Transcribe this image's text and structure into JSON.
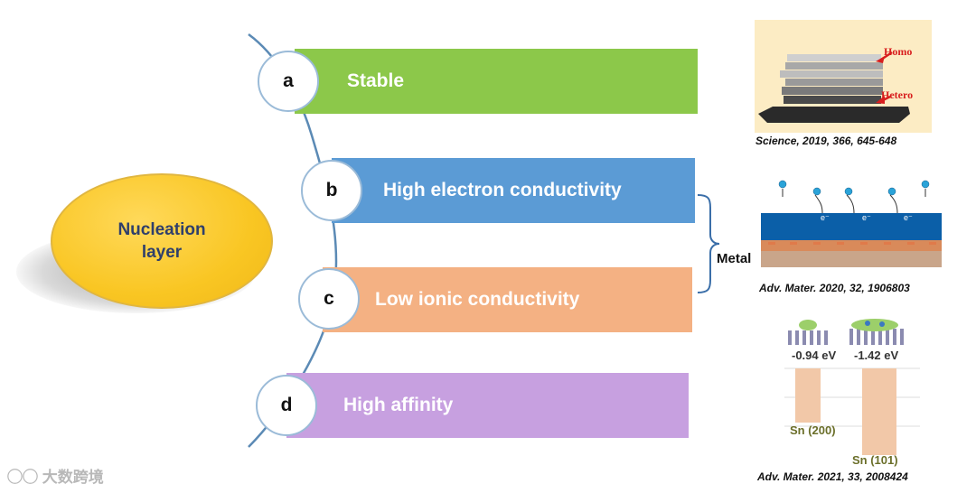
{
  "center": {
    "line1": "Nucleation",
    "line2": "layer"
  },
  "items": [
    {
      "letter": "a",
      "label": "Stable",
      "color": "#8cc84a"
    },
    {
      "letter": "b",
      "label": "High electron conductivity",
      "color": "#5b9bd5"
    },
    {
      "letter": "c",
      "label": "Low ionic conductivity",
      "color": "#f4b183"
    },
    {
      "letter": "d",
      "label": "High affinity",
      "color": "#c7a0e0"
    }
  ],
  "bracket_label": "Metal",
  "panels": {
    "science": {
      "caption": "Science, 2019, 366, 645-648",
      "label_top": "Homo",
      "label_bottom": "Hetero"
    },
    "adv1": {
      "caption": "Adv. Mater. 2020, 32, 1906803",
      "electron_label": "e⁻"
    },
    "adv2": {
      "caption": "Adv. Mater. 2021, 33, 2008424",
      "energy_left": "-0.94 eV",
      "energy_right": "-1.42 eV",
      "facet_left": "Sn (200)",
      "facet_right": "Sn (101)"
    }
  },
  "watermark": "大数跨境"
}
